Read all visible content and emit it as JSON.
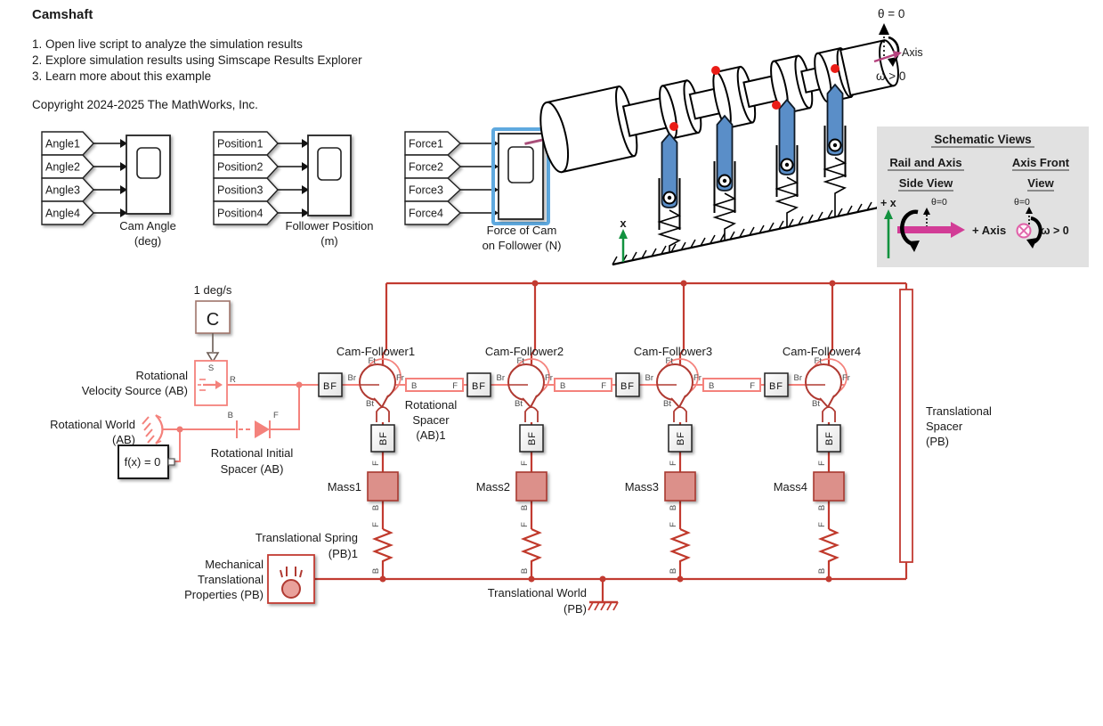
{
  "header": {
    "title": "Camshaft",
    "steps": [
      "1. Open live script to analyze the simulation results",
      "2. Explore simulation results using Simscape Results Explorer",
      "3. Learn more about this example"
    ],
    "copyright": "Copyright 2024-2025 The MathWorks, Inc."
  },
  "scopes": [
    {
      "tags": [
        "Angle1",
        "Angle2",
        "Angle3",
        "Angle4"
      ],
      "label1": "Cam Angle",
      "label2": "(deg)"
    },
    {
      "tags": [
        "Position1",
        "Position2",
        "Position3",
        "Position4"
      ],
      "label1": "Follower Position",
      "label2": "(m)"
    },
    {
      "tags": [
        "Force1",
        "Force2",
        "Force3",
        "Force4"
      ],
      "label1": "Force of Cam",
      "label2": "on Follower (N)"
    }
  ],
  "illustration": {
    "theta": "θ = 0",
    "axis": "Axis",
    "omega": "ω > 0",
    "x": "x"
  },
  "panel": {
    "title": "Schematic Views",
    "left": {
      "h1": "Rail and Axis",
      "h2": "Side View",
      "x": "+ x",
      "theta": "θ=0",
      "axis": "+ Axis"
    },
    "right": {
      "h1": "Axis Front",
      "h2": "View",
      "theta": "θ=0",
      "omega": "ω > 0"
    }
  },
  "diagram": {
    "constant": {
      "label": "1 deg/s",
      "glyph": "C"
    },
    "source": {
      "l1": "Rotational",
      "l2": "Velocity Source (AB)"
    },
    "world": {
      "l1": "Rotational World",
      "l2": "(AB)"
    },
    "solver": "f(x) = 0",
    "init_spacer": {
      "l1": "Rotational Initial",
      "l2": "Spacer (AB)"
    },
    "rot_spacer": {
      "l1": "Rotational",
      "l2": "Spacer",
      "l3": "(AB)1"
    },
    "spring": {
      "l1": "Translational Spring",
      "l2": "(PB)1"
    },
    "mtp": {
      "l1": "Mechanical",
      "l2": "Translational",
      "l3": "Properties (PB)"
    },
    "tworld": {
      "l1": "Translational World",
      "l2": "(PB)"
    },
    "tspacer": {
      "l1": "Translational",
      "l2": "Spacer",
      "l3": "(PB)"
    },
    "columns": [
      {
        "cam_label": "Cam-Follower1",
        "mass_label": "Mass1"
      },
      {
        "cam_label": "Cam-Follower2",
        "mass_label": "Mass2"
      },
      {
        "cam_label": "Cam-Follower3",
        "mass_label": "Mass3"
      },
      {
        "cam_label": "Cam-Follower4",
        "mass_label": "Mass4"
      }
    ],
    "ports": {
      "s": "S",
      "r": "R",
      "b": "B",
      "f": "F",
      "br": "Br",
      "ft": "Ft",
      "fr": "Fr",
      "bt": "Bt",
      "bf": "BF"
    }
  },
  "colors": {
    "salmon": "#F4827C",
    "dark_red": "#C23B31",
    "mass_fill": "#DC908A",
    "selection_blue": "#5FA9DF",
    "follower_blue": "#5A8EC8",
    "magenta": "#D23C96",
    "green": "#12923F",
    "panel_bg": "#E1E1E1"
  }
}
